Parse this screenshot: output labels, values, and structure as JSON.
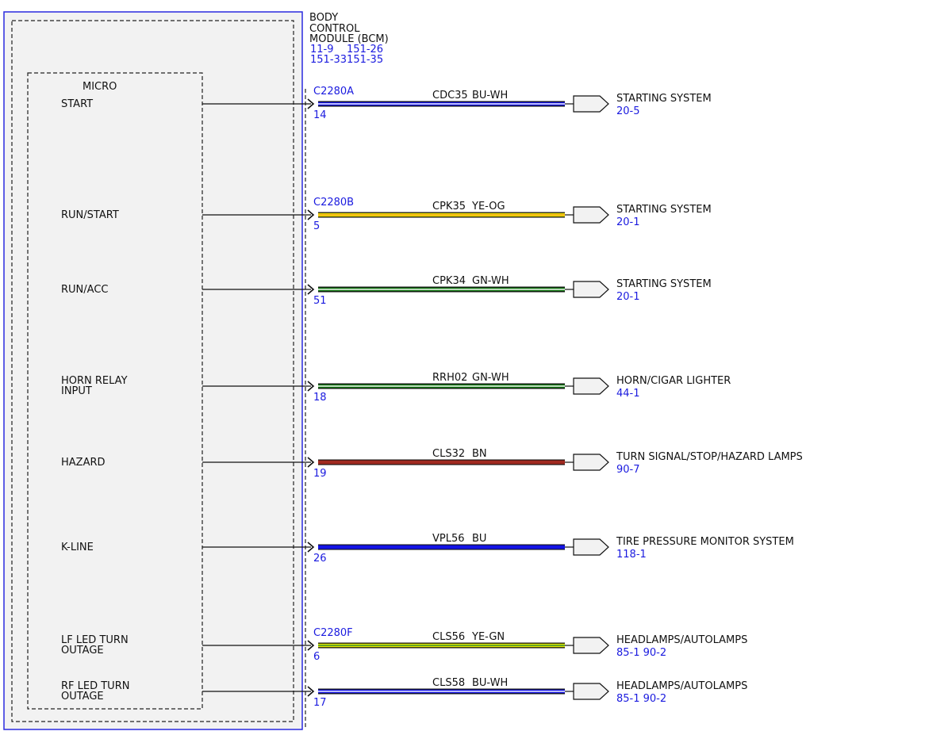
{
  "module": {
    "title_lines": [
      "BODY",
      "CONTROL",
      "MODULE (BCM)"
    ],
    "ref_lines": [
      "11-9    151-26",
      "151-33151-35"
    ],
    "micro_label": "MICRO",
    "border_color": "#2b2bdf",
    "fill_color": "#f2f2f2"
  },
  "circuits": [
    {
      "signal_lines": [
        "START"
      ],
      "connector": "C2280A",
      "pin": "14",
      "wire": "CDC35",
      "color_code": "BU-WH",
      "colors": [
        "#1414e6",
        "#ffffff"
      ],
      "dest_title": "STARTING SYSTEM",
      "dest_ref": "20-5"
    },
    {
      "signal_lines": [
        "RUN/START"
      ],
      "connector": "C2280B",
      "pin": "5",
      "wire": "CPK35",
      "color_code": "YE-OG",
      "colors": [
        "#f2e600",
        "#f0a020"
      ],
      "dest_title": "STARTING SYSTEM",
      "dest_ref": "20-1"
    },
    {
      "signal_lines": [
        "RUN/ACC"
      ],
      "connector": "",
      "pin": "51",
      "wire": "CPK34",
      "color_code": "GN-WH",
      "colors": [
        "#127a12",
        "#ffffff"
      ],
      "dest_title": "STARTING SYSTEM",
      "dest_ref": "20-1"
    },
    {
      "signal_lines": [
        "HORN RELAY",
        "INPUT"
      ],
      "connector": "",
      "pin": "18",
      "wire": "RRH02",
      "color_code": "GN-WH",
      "colors": [
        "#127a12",
        "#ffffff"
      ],
      "dest_title": "HORN/CIGAR LIGHTER",
      "dest_ref": "44-1"
    },
    {
      "signal_lines": [
        "HAZARD"
      ],
      "connector": "",
      "pin": "19",
      "wire": "CLS32",
      "color_code": "BN",
      "colors": [
        "#a02a20"
      ],
      "dest_title": "TURN SIGNAL/STOP/HAZARD LAMPS",
      "dest_ref": "90-7"
    },
    {
      "signal_lines": [
        "K-LINE"
      ],
      "connector": "",
      "pin": "26",
      "wire": "VPL56",
      "color_code": "BU",
      "colors": [
        "#1414e6"
      ],
      "dest_title": "TIRE PRESSURE MONITOR SYSTEM",
      "dest_ref": "118-1"
    },
    {
      "signal_lines": [
        "LF LED TURN",
        "OUTAGE"
      ],
      "connector": "C2280F",
      "pin": "6",
      "wire": "CLS56",
      "color_code": "YE-GN",
      "colors": [
        "#e8e800",
        "#2e8b2e"
      ],
      "dest_title": "HEADLAMPS/AUTOLAMPS",
      "dest_ref": "85-1    90-2"
    },
    {
      "signal_lines": [
        "RF LED TURN",
        "OUTAGE"
      ],
      "connector": "",
      "pin": "17",
      "wire": "CLS58",
      "color_code": "BU-WH",
      "colors": [
        "#1414e6",
        "#ffffff"
      ],
      "dest_title": "HEADLAMPS/AUTOLAMPS",
      "dest_ref": "85-1    90-2"
    }
  ]
}
